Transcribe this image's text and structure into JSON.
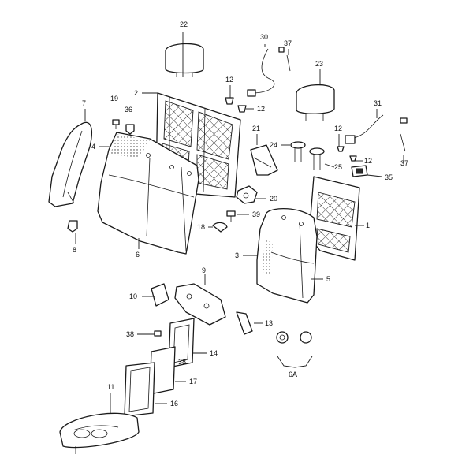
{
  "callouts": {
    "c1": "1",
    "c2": "2",
    "c3": "3",
    "c4": "4",
    "c5": "5",
    "c6": "6",
    "c6a": "6A",
    "c7": "7",
    "c8": "8",
    "c9": "9",
    "c10": "10",
    "c11": "11",
    "c12a": "12",
    "c12b": "12",
    "c12c": "12",
    "c12d": "12",
    "c13": "13",
    "c14": "14",
    "c16": "16",
    "c17": "17",
    "c18": "18",
    "c19": "19",
    "c20": "20",
    "c21": "21",
    "c22": "22",
    "c23": "23",
    "c24": "24",
    "c25": "25",
    "c30": "30",
    "c31": "31",
    "c35": "35",
    "c36": "36",
    "c37a": "37",
    "c37b": "37",
    "c38a": "38",
    "c38b": "38",
    "c39": "39"
  }
}
